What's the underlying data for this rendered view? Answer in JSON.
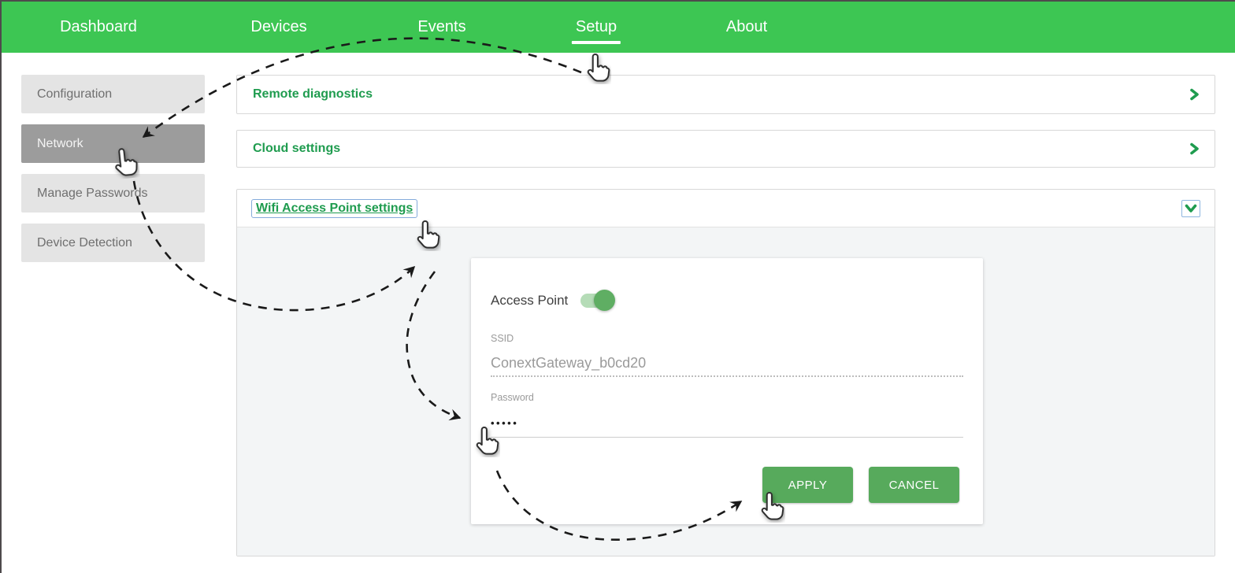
{
  "nav": {
    "items": [
      {
        "label": "Dashboard"
      },
      {
        "label": "Devices"
      },
      {
        "label": "Events"
      },
      {
        "label": "Setup"
      },
      {
        "label": "About"
      }
    ],
    "active": "Setup"
  },
  "sidebar": {
    "items": [
      {
        "label": "Configuration",
        "active": false
      },
      {
        "label": "Network",
        "active": true
      },
      {
        "label": "Manage Passwords",
        "active": false
      },
      {
        "label": "Device Detection",
        "active": false
      }
    ]
  },
  "panels": [
    {
      "title": "Remote diagnostics",
      "state": "collapsed"
    },
    {
      "title": "Cloud settings",
      "state": "collapsed"
    },
    {
      "title": "Wifi Access Point settings",
      "state": "expanded"
    }
  ],
  "wifi_form": {
    "access_point_label": "Access Point",
    "access_point_on": true,
    "ssid_label": "SSID",
    "ssid_value": "ConextGateway_b0cd20",
    "password_label": "Password",
    "password_masked": "•••••",
    "apply_label": "APPLY",
    "cancel_label": "CANCEL"
  },
  "icons": {
    "collapsed_panel": "chevron-right-icon",
    "expanded_panel": "chevron-down-icon",
    "tutorial_pointer": "hand-cursor-icon"
  },
  "colors": {
    "nav-green": "#3dc653",
    "link-green": "#1f9c4f",
    "button-green": "#57aa5c",
    "toggle-green": "#5fae63",
    "toggle-track": "#b5dcb7",
    "sidebar-active": "#9c9c9c"
  }
}
